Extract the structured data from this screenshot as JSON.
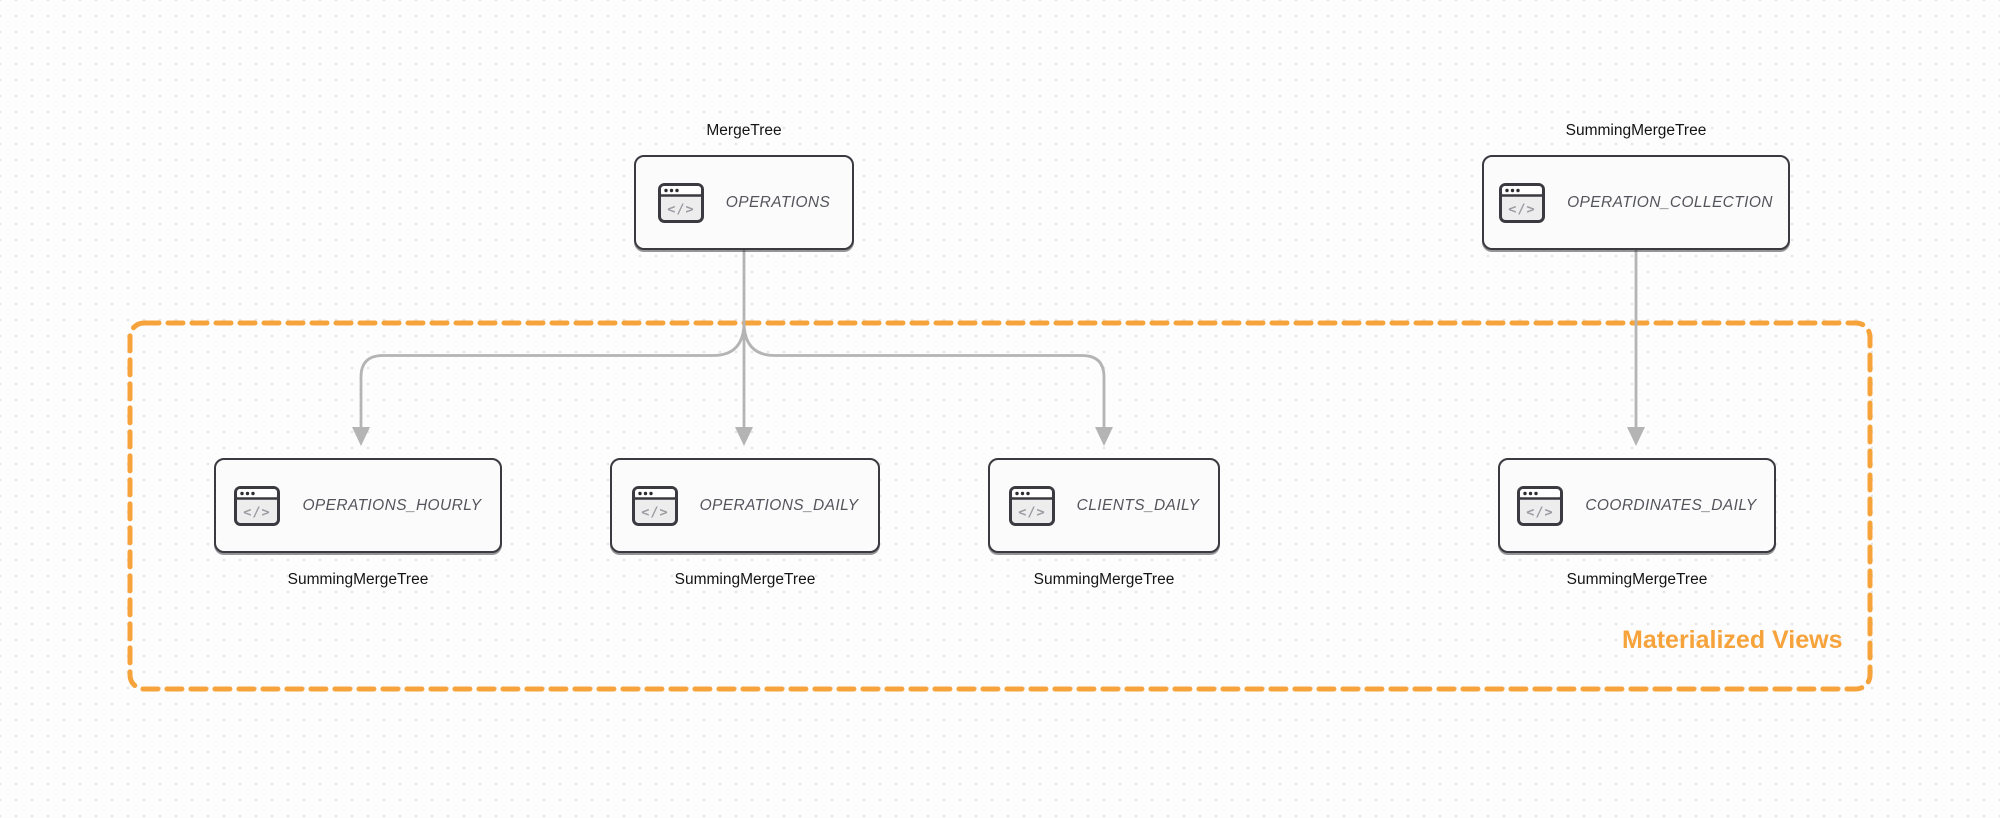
{
  "colors": {
    "accent_orange": "#f6a33c",
    "node_border": "#3a3a40",
    "node_fill": "#fafbfa",
    "arrow_gray": "#b4b4b4",
    "node_text": "#54545c",
    "label_text": "#141414"
  },
  "group": {
    "label": "Materialized Views"
  },
  "icons": {
    "code_glyph": "</>"
  },
  "nodes": [
    {
      "id": "operations",
      "name": "OPERATIONS",
      "engine": "MergeTree",
      "engine_position": "top"
    },
    {
      "id": "operation-collection",
      "name": "OPERATION_COLLECTION",
      "engine": "SummingMergeTree",
      "engine_position": "top"
    },
    {
      "id": "operations-hourly",
      "name": "OPERATIONS_HOURLY",
      "engine": "SummingMergeTree",
      "engine_position": "bottom"
    },
    {
      "id": "operations-daily",
      "name": "OPERATIONS_DAILY",
      "engine": "SummingMergeTree",
      "engine_position": "bottom"
    },
    {
      "id": "clients-daily",
      "name": "CLIENTS_DAILY",
      "engine": "SummingMergeTree",
      "engine_position": "bottom"
    },
    {
      "id": "coordinates-daily",
      "name": "COORDINATES_DAILY",
      "engine": "SummingMergeTree",
      "engine_position": "bottom"
    }
  ],
  "edges": [
    {
      "from": "OPERATIONS",
      "to": "OPERATIONS_HOURLY"
    },
    {
      "from": "OPERATIONS",
      "to": "OPERATIONS_DAILY"
    },
    {
      "from": "OPERATIONS",
      "to": "CLIENTS_DAILY"
    },
    {
      "from": "OPERATION_COLLECTION",
      "to": "COORDINATES_DAILY"
    }
  ]
}
